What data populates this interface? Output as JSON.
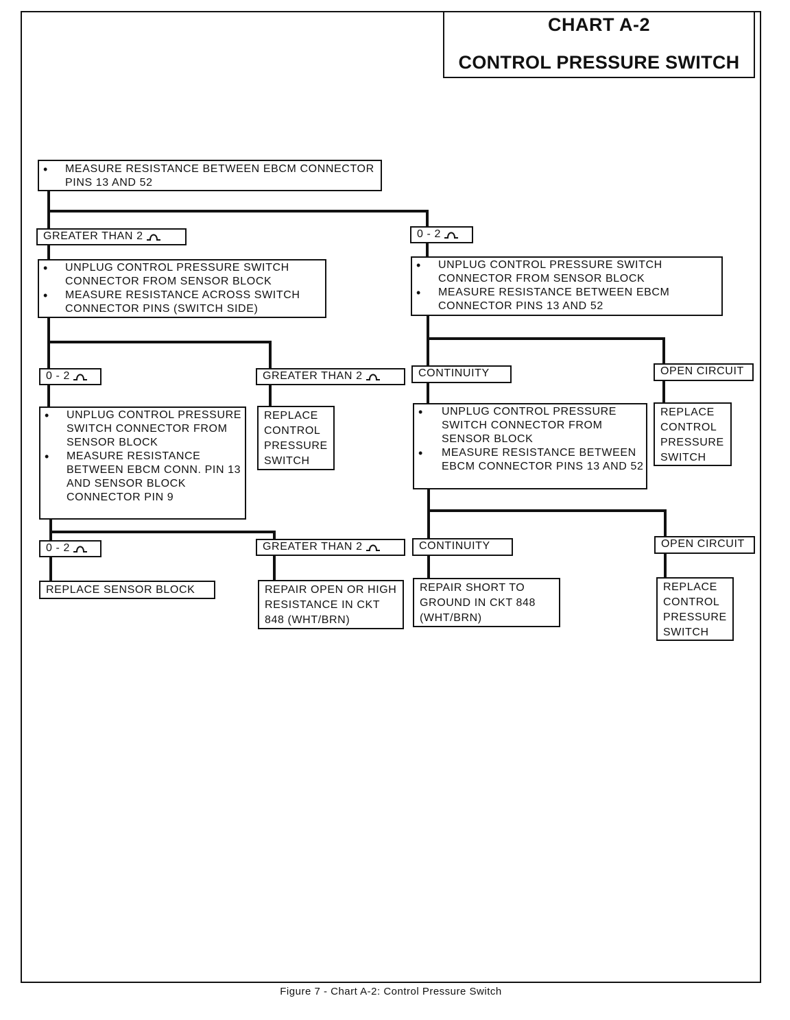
{
  "title": {
    "line1": "CHART A-2",
    "line2": "CONTROL PRESSURE SWITCH"
  },
  "nodes": {
    "start": [
      "MEASURE RESISTANCE BETWEEN EBCM CONNECTOR PINS 13 AND 52"
    ],
    "left_step": [
      "UNPLUG CONTROL PRESSURE SWITCH CONNECTOR FROM SENSOR BLOCK",
      "MEASURE RESISTANCE ACROSS SWITCH CONNECTOR PINS (SWITCH SIDE)"
    ],
    "right_step": [
      "UNPLUG CONTROL PRESSURE SWITCH CONNECTOR FROM SENSOR BLOCK",
      "MEASURE RESISTANCE BETWEEN EBCM CONNECTOR PINS 13 AND 52"
    ],
    "left_left_step": [
      "UNPLUG CONTROL PRESSURE SWITCH CONNECTOR FROM SENSOR BLOCK",
      "MEASURE RESISTANCE BETWEEN EBCM CONN. PIN 13 AND SENSOR BLOCK CONNECTOR PIN 9"
    ],
    "right_left_step": [
      "UNPLUG CONTROL PRESSURE SWITCH CONNECTOR FROM SENSOR BLOCK",
      "MEASURE RESISTANCE BETWEEN EBCM CONNECTOR PINS 13 AND 52"
    ],
    "replace_switch_1": "REPLACE CONTROL PRESSURE SWITCH",
    "replace_switch_2": "REPLACE CONTROL PRESSURE SWITCH",
    "replace_switch_3": "REPLACE CONTROL PRESSURE SWITCH",
    "replace_sensor_block": "REPLACE SENSOR BLOCK",
    "repair_open": "REPAIR OPEN OR HIGH RESISTANCE IN CKT 848 (WHT/BRN)",
    "repair_short": "REPAIR SHORT TO GROUND IN CKT 848 (WHT/BRN)"
  },
  "labels": {
    "greater_than_2": "GREATER THAN 2",
    "zero_to_2": "0 - 2",
    "continuity": "CONTINUITY",
    "open_circuit": "OPEN CIRCUIT",
    "ohm_symbol": "ohm-symbol"
  },
  "caption": "Figure 7 -  Chart A-2:  Control Pressure Switch"
}
